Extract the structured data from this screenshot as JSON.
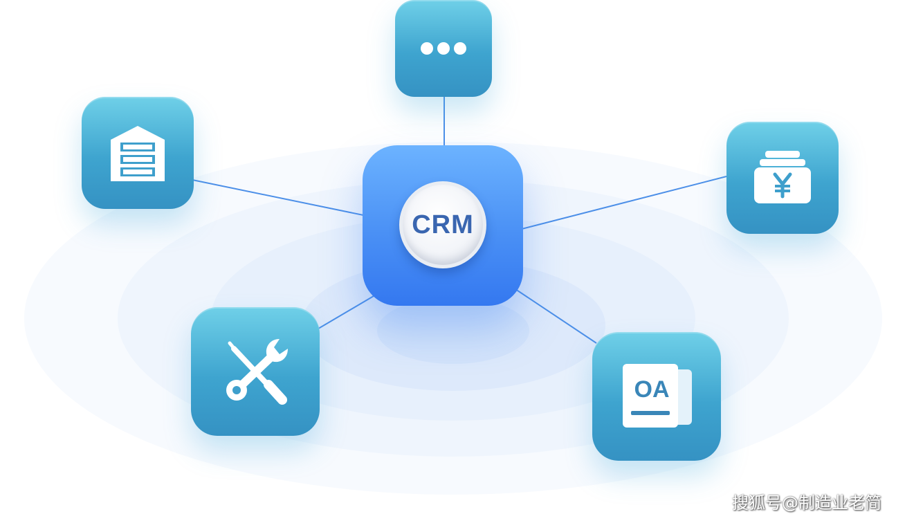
{
  "hub": {
    "label": "CRM"
  },
  "nodes": [
    {
      "id": "more",
      "icon": "ellipsis-icon"
    },
    {
      "id": "warehouse",
      "icon": "warehouse-icon"
    },
    {
      "id": "finance",
      "icon": "yen-cash-icon"
    },
    {
      "id": "maintenance",
      "icon": "wrench-screwdriver-icon"
    },
    {
      "id": "oa",
      "icon": "oa-document-icon",
      "label": "OA"
    }
  ],
  "colors": {
    "hub": "#4a90f5",
    "tile": "#3ea4cf",
    "link": "#4c8fe8",
    "hub_text": "#3a66b0"
  },
  "watermark": "搜狐号@制造业老简"
}
